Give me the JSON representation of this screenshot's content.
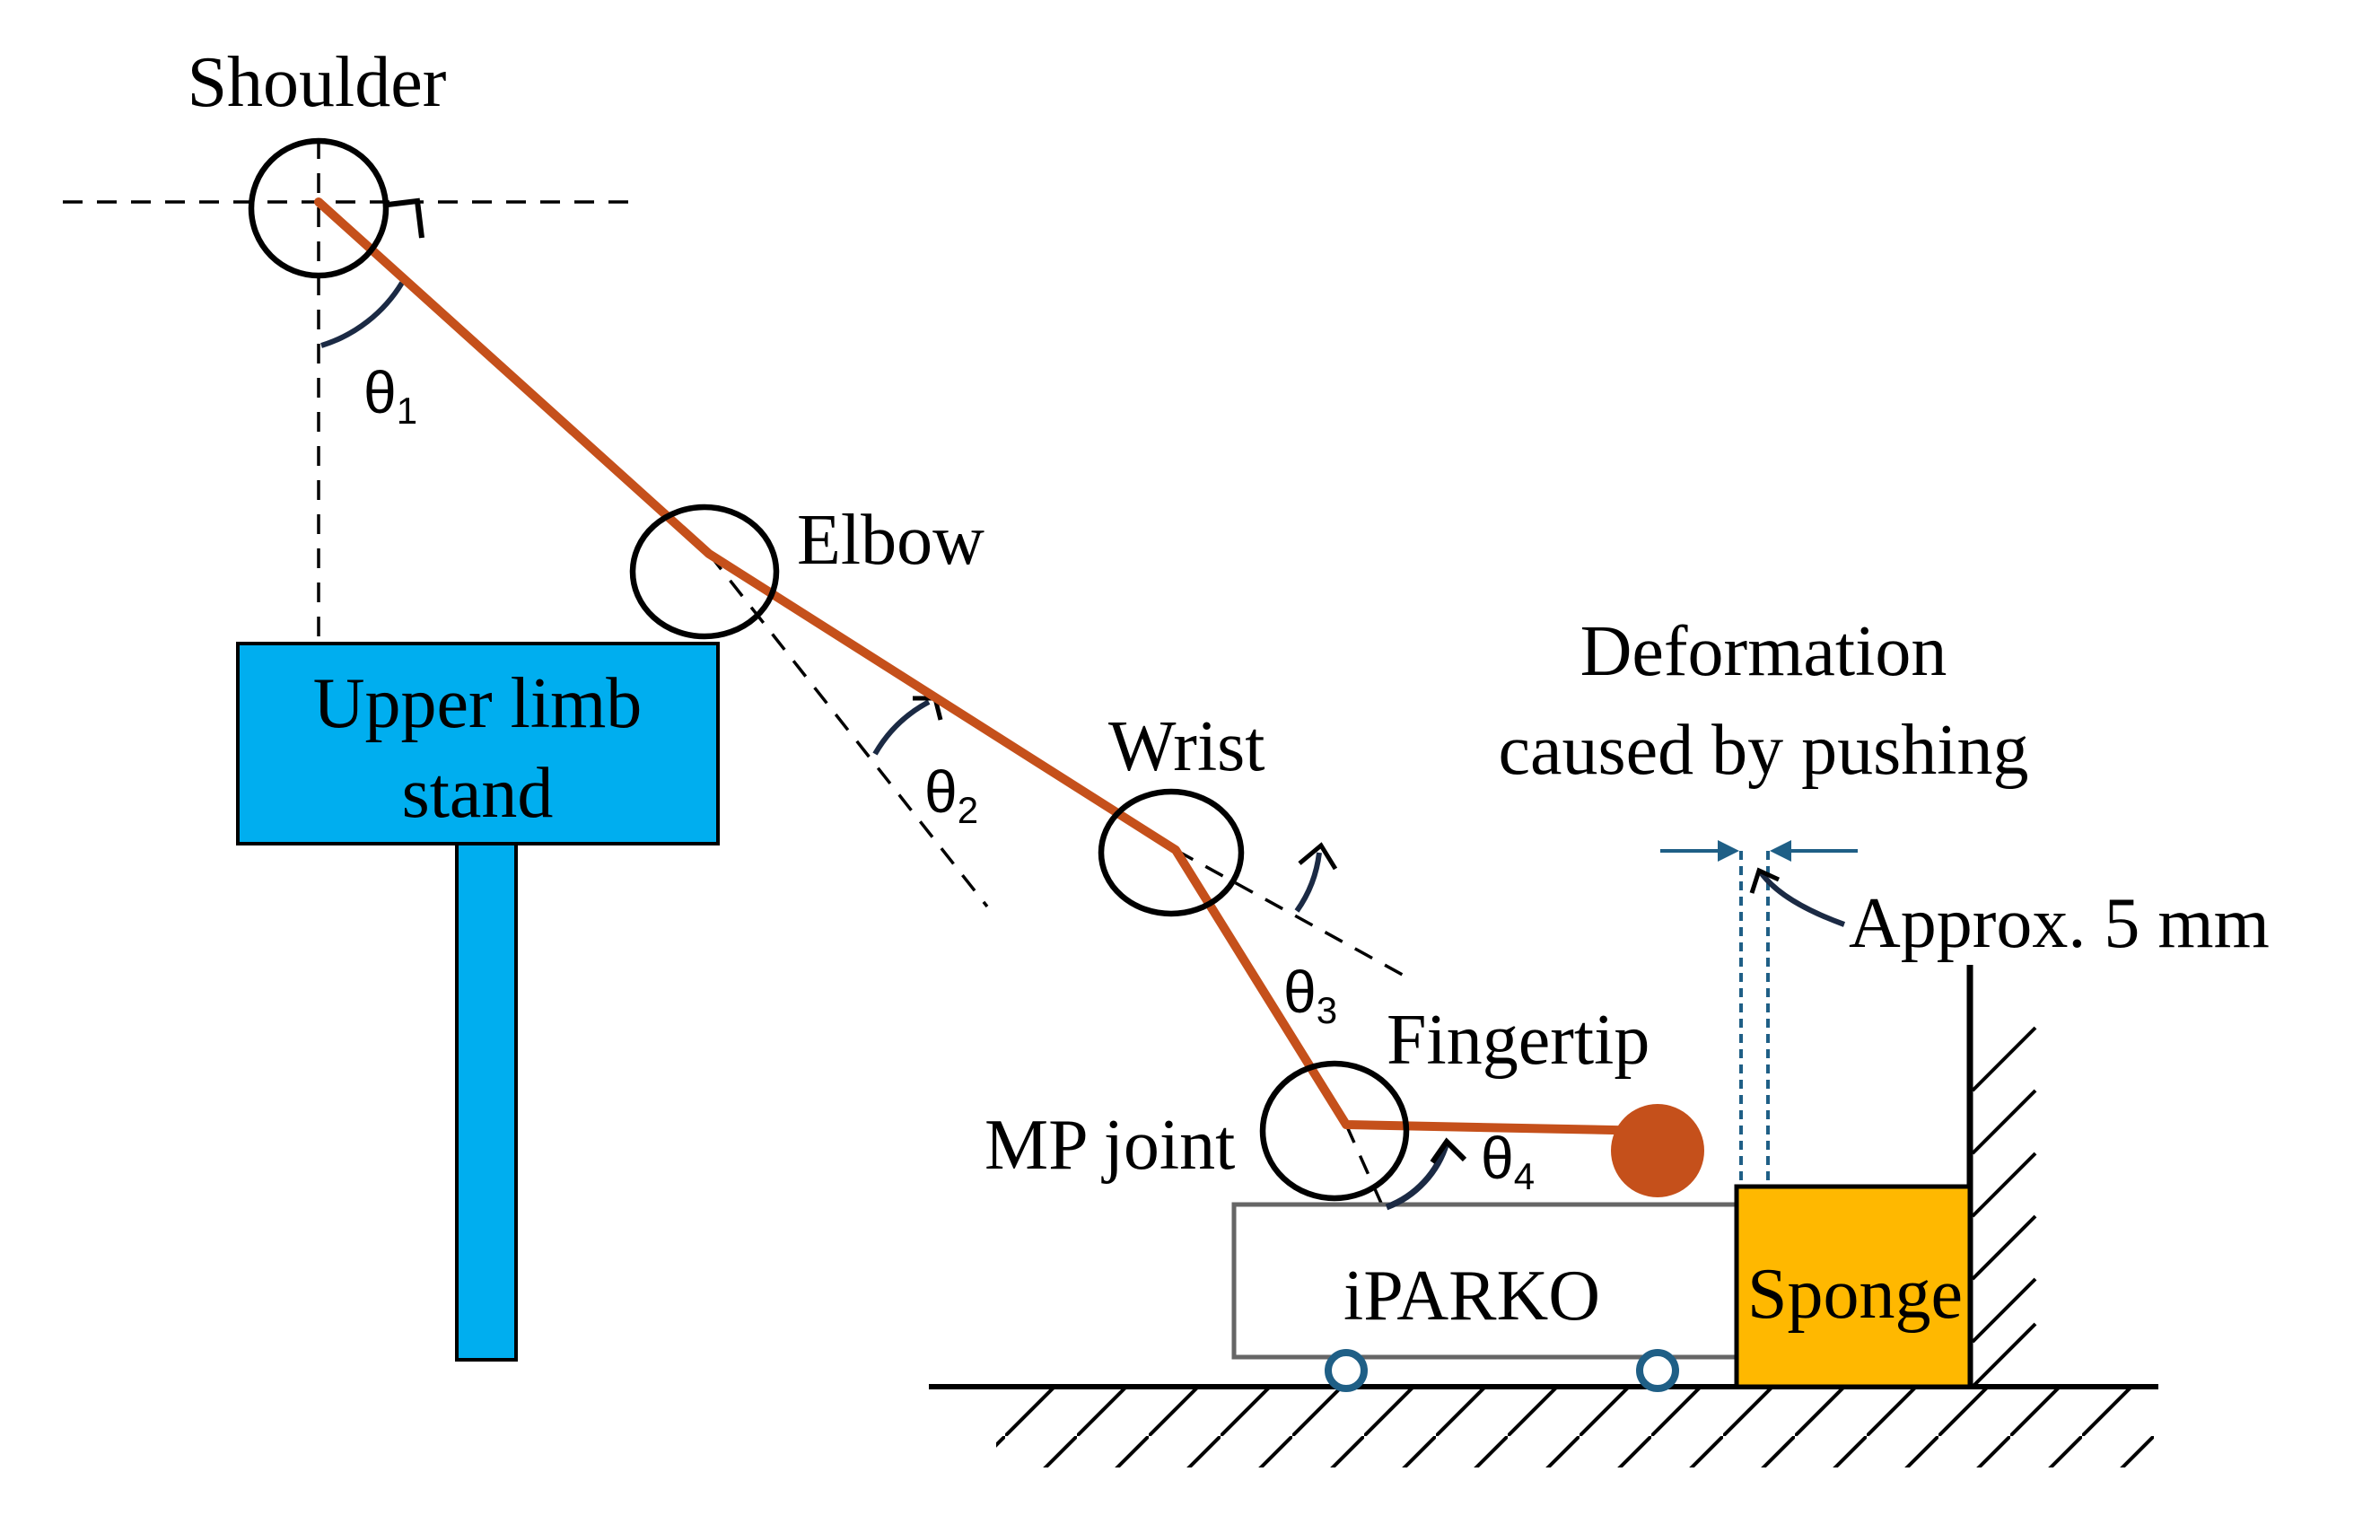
{
  "labels": {
    "shoulder": "Shoulder",
    "elbow": "Elbow",
    "wrist": "Wrist",
    "fingertip": "Fingertip",
    "mp_joint": "MP joint",
    "upper_limb_stand_line1": "Upper limb",
    "upper_limb_stand_line2": "stand",
    "iparko": "iPARKO",
    "sponge": "Sponge",
    "deformation_line1": "Deformation",
    "deformation_line2": "caused by pushing",
    "approx": "Approx. 5 mm"
  },
  "angles": {
    "theta_symbol": "θ",
    "theta1_sub": "1",
    "theta2_sub": "2",
    "theta3_sub": "3",
    "theta4_sub": "4"
  },
  "colors": {
    "arm": "#C5501B",
    "stand": "#00AEEF",
    "sponge": "#FFB800",
    "dimension": "#1F5F86",
    "angle_arc": "#1B2A44",
    "outline": "#000000",
    "device_outline": "#666666"
  }
}
